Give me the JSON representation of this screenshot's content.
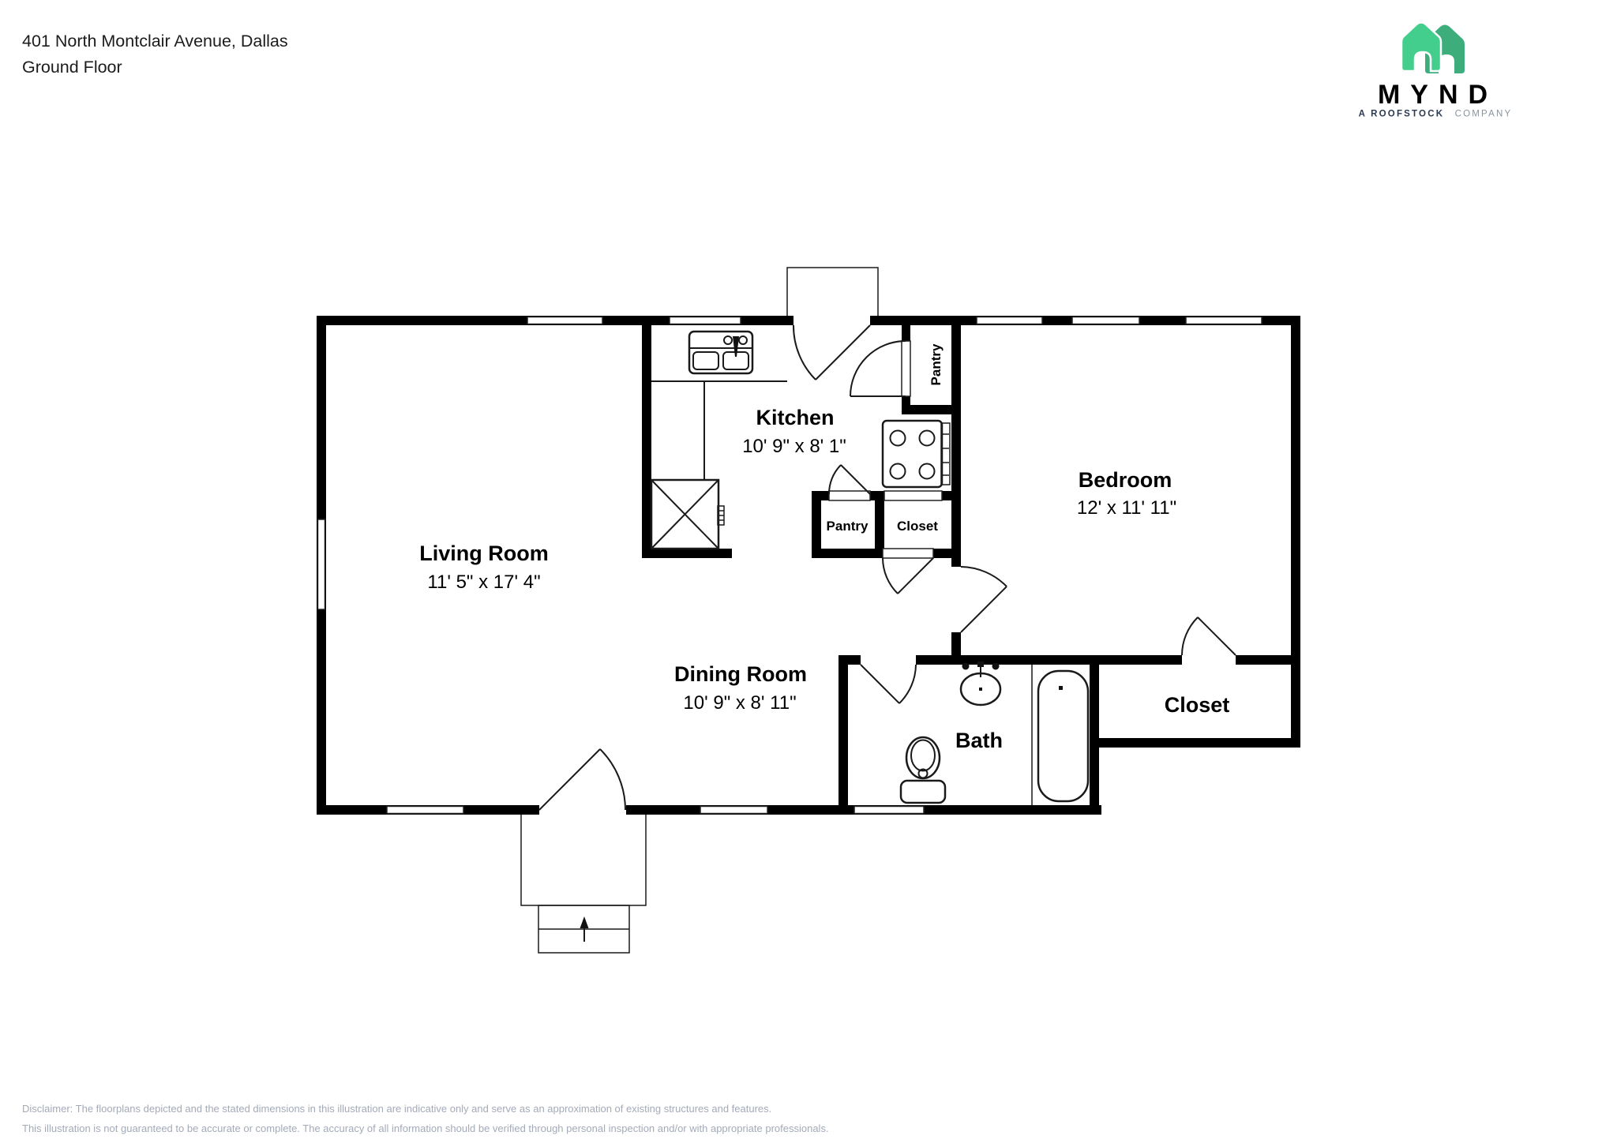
{
  "header": {
    "address_line": "401 North Montclair Avenue, Dallas",
    "floor_line": "Ground Floor"
  },
  "logo": {
    "brand": "MYND",
    "tagline_bold": "A ROOFSTOCK",
    "tagline_light": "COMPANY",
    "brand_color": "#1b3050",
    "house_light_color": "#44ce8d",
    "house_dark_color": "#3ead7c"
  },
  "rooms": {
    "living": {
      "name": "Living Room",
      "dims": "11' 5\" x 17' 4\""
    },
    "kitchen": {
      "name": "Kitchen",
      "dims": "10' 9\" x 8' 1\""
    },
    "dining": {
      "name": "Dining Room",
      "dims": "10' 9\" x 8' 11\""
    },
    "bedroom": {
      "name": "Bedroom",
      "dims": "12' x 11' 11\""
    },
    "bath": {
      "name": "Bath"
    },
    "bedroom_closet": {
      "name": "Closet"
    },
    "pantry_wall": {
      "name": "Pantry"
    },
    "pantry_small": {
      "name": "Pantry"
    },
    "closet_small": {
      "name": "Closet"
    }
  },
  "disclaimer": {
    "line1": "Disclaimer: The floorplans depicted and the stated dimensions in this illustration are indicative only and serve as an approximation of existing structures and features.",
    "line2": "This illustration is not guaranteed to be accurate or complete. The accuracy of all information should be verified through personal inspection and/or with appropriate professionals."
  }
}
